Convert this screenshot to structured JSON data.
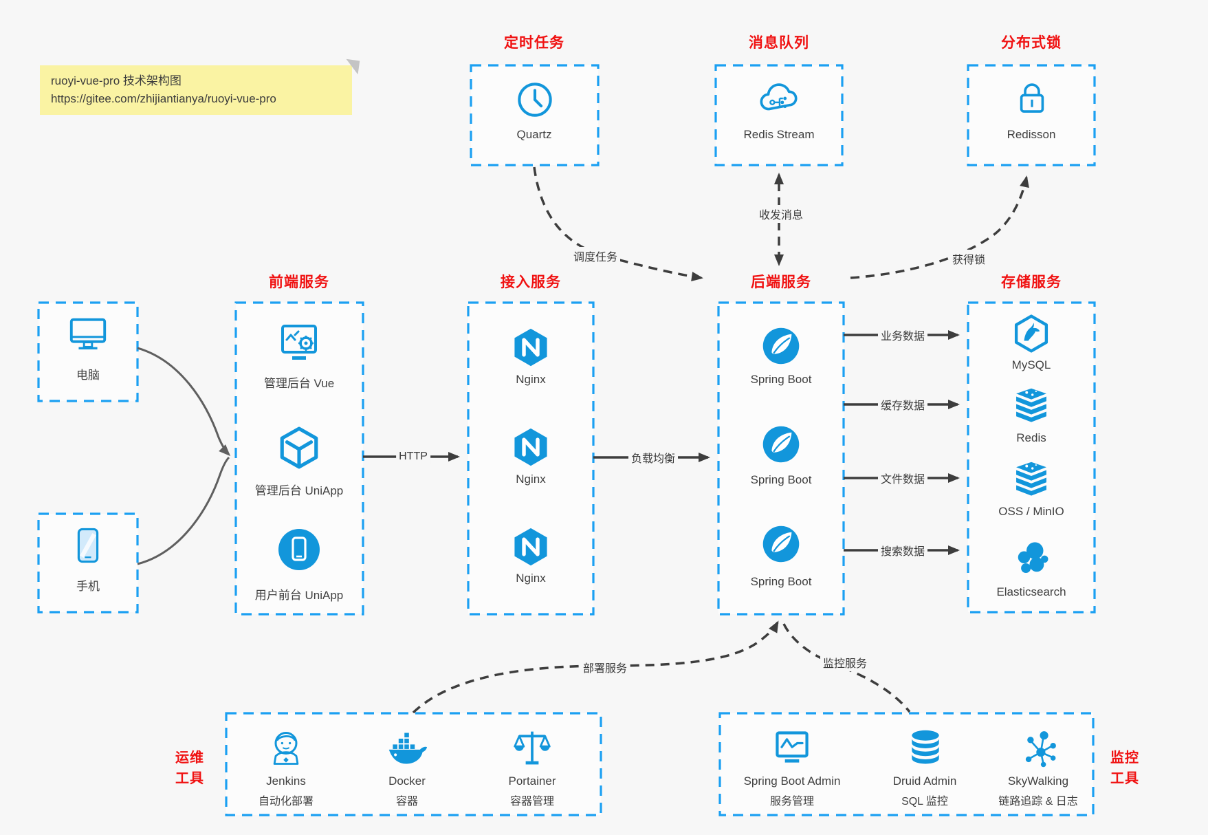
{
  "note": {
    "line1": "ruoyi-vue-pro 技术架构图",
    "line2": "https://gitee.com/zhijiantianya/ruoyi-vue-pro"
  },
  "colors": {
    "icon_blue": "#1296db",
    "border_blue": "#1ba0f2",
    "title_red": "#f01212",
    "arrow_dark": "#3d3d3d",
    "arrow_gray": "#666666",
    "note_bg": "#faf3a3",
    "background": "#f7f7f7"
  },
  "top_services": [
    {
      "title": "定时任务",
      "item": "Quartz",
      "icon": "clock-icon"
    },
    {
      "title": "消息队列",
      "item": "Redis Stream",
      "icon": "cloud-stream-icon"
    },
    {
      "title": "分布式锁",
      "item": "Redisson",
      "icon": "lock-icon"
    }
  ],
  "clients": [
    {
      "label": "电脑",
      "icon": "desktop-icon"
    },
    {
      "label": "手机",
      "icon": "phone-icon"
    }
  ],
  "columns": [
    {
      "title": "前端服务",
      "items": [
        {
          "label": "管理后台 Vue",
          "icon": "admin-vue-icon"
        },
        {
          "label": "管理后台 UniApp",
          "icon": "uniapp-cube-icon"
        },
        {
          "label": "用户前台 UniApp",
          "icon": "user-app-icon"
        }
      ]
    },
    {
      "title": "接入服务",
      "items": [
        {
          "label": "Nginx",
          "icon": "nginx-icon"
        },
        {
          "label": "Nginx",
          "icon": "nginx-icon"
        },
        {
          "label": "Nginx",
          "icon": "nginx-icon"
        }
      ]
    },
    {
      "title": "后端服务",
      "items": [
        {
          "label": "Spring Boot",
          "icon": "spring-boot-icon"
        },
        {
          "label": "Spring Boot",
          "icon": "spring-boot-icon"
        },
        {
          "label": "Spring Boot",
          "icon": "spring-boot-icon"
        }
      ]
    },
    {
      "title": "存储服务",
      "items": [
        {
          "label": "MySQL",
          "icon": "mysql-icon"
        },
        {
          "label": "Redis",
          "icon": "redis-stack-icon"
        },
        {
          "label": "OSS / MinIO",
          "icon": "oss-stack-icon"
        },
        {
          "label": "Elasticsearch",
          "icon": "elasticsearch-icon"
        }
      ]
    }
  ],
  "edges": {
    "http": "HTTP",
    "load_balance": "负载均衡",
    "dispatch": "调度任务",
    "message": "收发消息",
    "lock": "获得锁",
    "business": "业务数据",
    "cache": "缓存数据",
    "file": "文件数据",
    "search": "搜索数据",
    "deploy": "部署服务",
    "monitor": "监控服务"
  },
  "bottom_groups": [
    {
      "title_line1": "运维",
      "title_line2": "工具",
      "items": [
        {
          "name": "Jenkins",
          "desc": "自动化部署",
          "icon": "jenkins-icon"
        },
        {
          "name": "Docker",
          "desc": "容器",
          "icon": "docker-icon"
        },
        {
          "name": "Portainer",
          "desc": "容器管理",
          "icon": "portainer-icon"
        }
      ]
    },
    {
      "title_line1": "监控",
      "title_line2": "工具",
      "items": [
        {
          "name": "Spring Boot Admin",
          "desc": "服务管理",
          "icon": "spring-boot-admin-icon"
        },
        {
          "name": "Druid Admin",
          "desc": "SQL 监控",
          "icon": "druid-icon"
        },
        {
          "name": "SkyWalking",
          "desc": "链路追踪 & 日志",
          "icon": "skywalking-icon"
        }
      ]
    }
  ]
}
